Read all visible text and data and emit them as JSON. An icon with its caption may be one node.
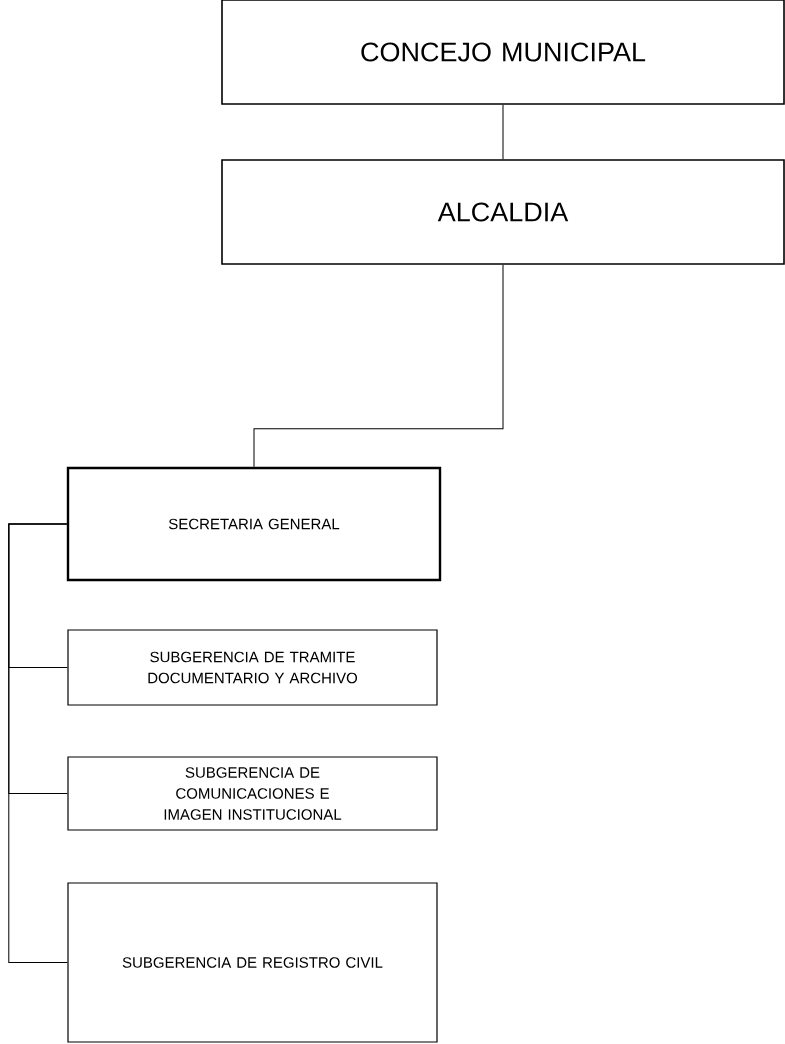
{
  "diagram": {
    "nodes": [
      {
        "text": [
          "CONCEJO MUNICIPAL"
        ]
      },
      {
        "text": [
          "ALCALDIA"
        ]
      },
      {
        "text": [
          "SECRETARIA GENERAL"
        ]
      },
      {
        "text": [
          "SUBGERENCIA DE TRAMITE DOCUMENTARIO Y ARCHIVO"
        ]
      },
      {
        "text": [
          "SUBGERENCIA DE COMUNICACIONES E IMAGEN INSTITUCIONAL"
        ]
      },
      {
        "text": [
          "SUBGERENCIA DE REGISTRO CIVIL"
        ]
      }
    ],
    "edges": [
      {
        "from": 0,
        "to": 1,
        "arrow": "none"
      },
      {
        "from": 1,
        "to": 2,
        "arrow": "none"
      },
      {
        "from": 2,
        "to": 3,
        "arrow": "none"
      },
      {
        "from": 2,
        "to": 4,
        "arrow": "none"
      },
      {
        "from": 2,
        "to": 5,
        "arrow": "none"
      }
    ]
  }
}
